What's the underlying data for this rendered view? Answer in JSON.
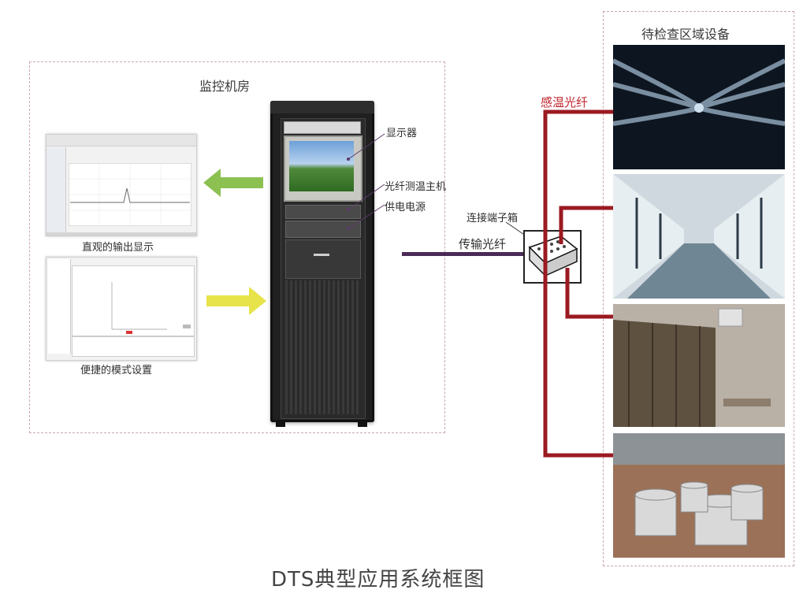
{
  "title": "DTS典型应用系统框图",
  "left_region": {
    "label": "监控机房",
    "screen1_caption": "直观的输出显示",
    "screen2_caption": "便捷的模式设置"
  },
  "cabinet": {
    "label_display": "显示器",
    "label_host": "光纤测温主机",
    "label_power": "供电电源"
  },
  "right_region": {
    "label": "待检查区域设备"
  },
  "connections": {
    "junction_label": "连接端子箱",
    "transmission_label": "传输光纤",
    "sensing_label": "感温光纤"
  },
  "colors": {
    "sensing_fiber": "#9b1a22",
    "transmission_fiber": "#4a2a56",
    "arrow_green": "#8cc152",
    "arrow_yellow": "#e7e34a",
    "dashed_border": "#c9a6ad"
  },
  "icons": {
    "arrow_left": "green-left-arrow",
    "arrow_right": "yellow-right-arrow"
  }
}
